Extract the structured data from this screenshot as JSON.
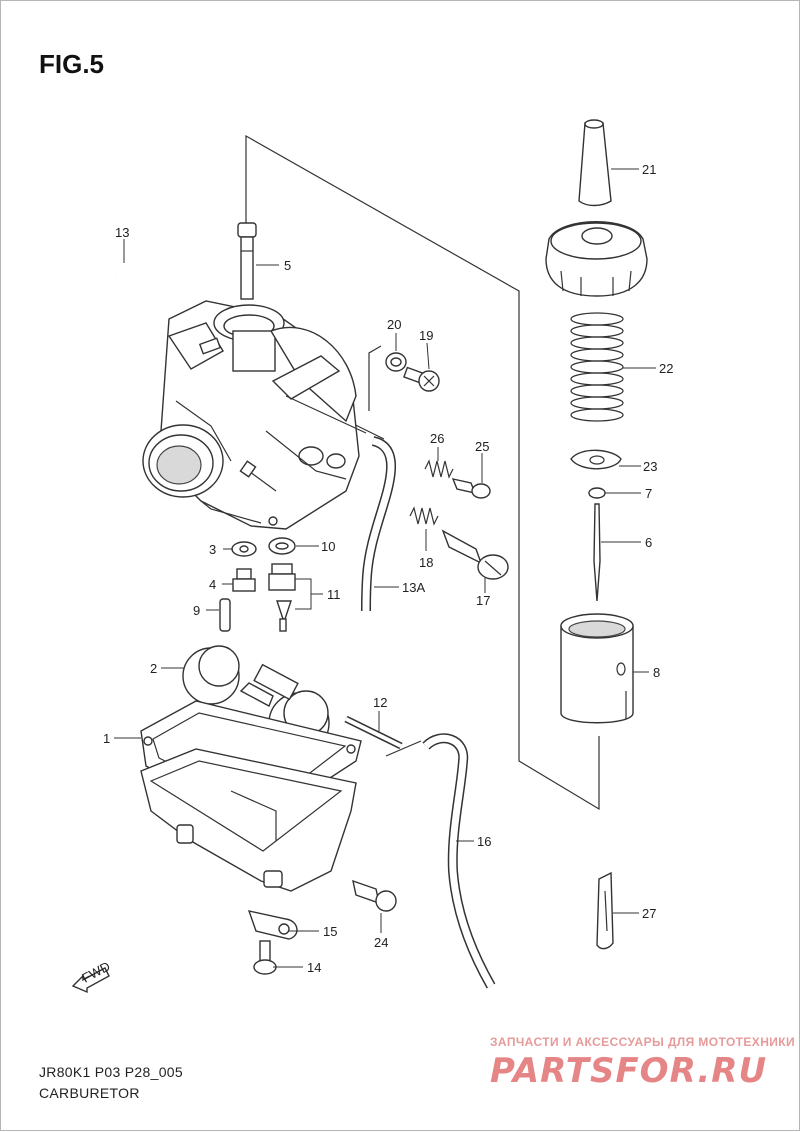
{
  "figure": {
    "title": "FIG.5",
    "footer_code": "JR80K1 P03 P28_005",
    "footer_name": "CARBURETOR",
    "fwd_label": "FWD"
  },
  "watermark": {
    "top_text": "ЗАПЧАСТИ И АКСЕССУАРЫ ДЛЯ МОТОТЕХНИКИ",
    "logo_text": "PARTSFOR.RU",
    "color": "#e58585"
  },
  "callouts": {
    "c1": "1",
    "c2": "2",
    "c3": "3",
    "c4": "4",
    "c5": "5",
    "c6": "6",
    "c7": "7",
    "c8": "8",
    "c9": "9",
    "c10": "10",
    "c11": "11",
    "c12": "12",
    "c13": "13",
    "c13a": "13A",
    "c14": "14",
    "c15": "15",
    "c16": "16",
    "c17": "17",
    "c18": "18",
    "c19": "19",
    "c20": "20",
    "c21": "21",
    "c22": "22",
    "c23": "23",
    "c24": "24",
    "c25": "25",
    "c26": "26",
    "c27": "27"
  }
}
